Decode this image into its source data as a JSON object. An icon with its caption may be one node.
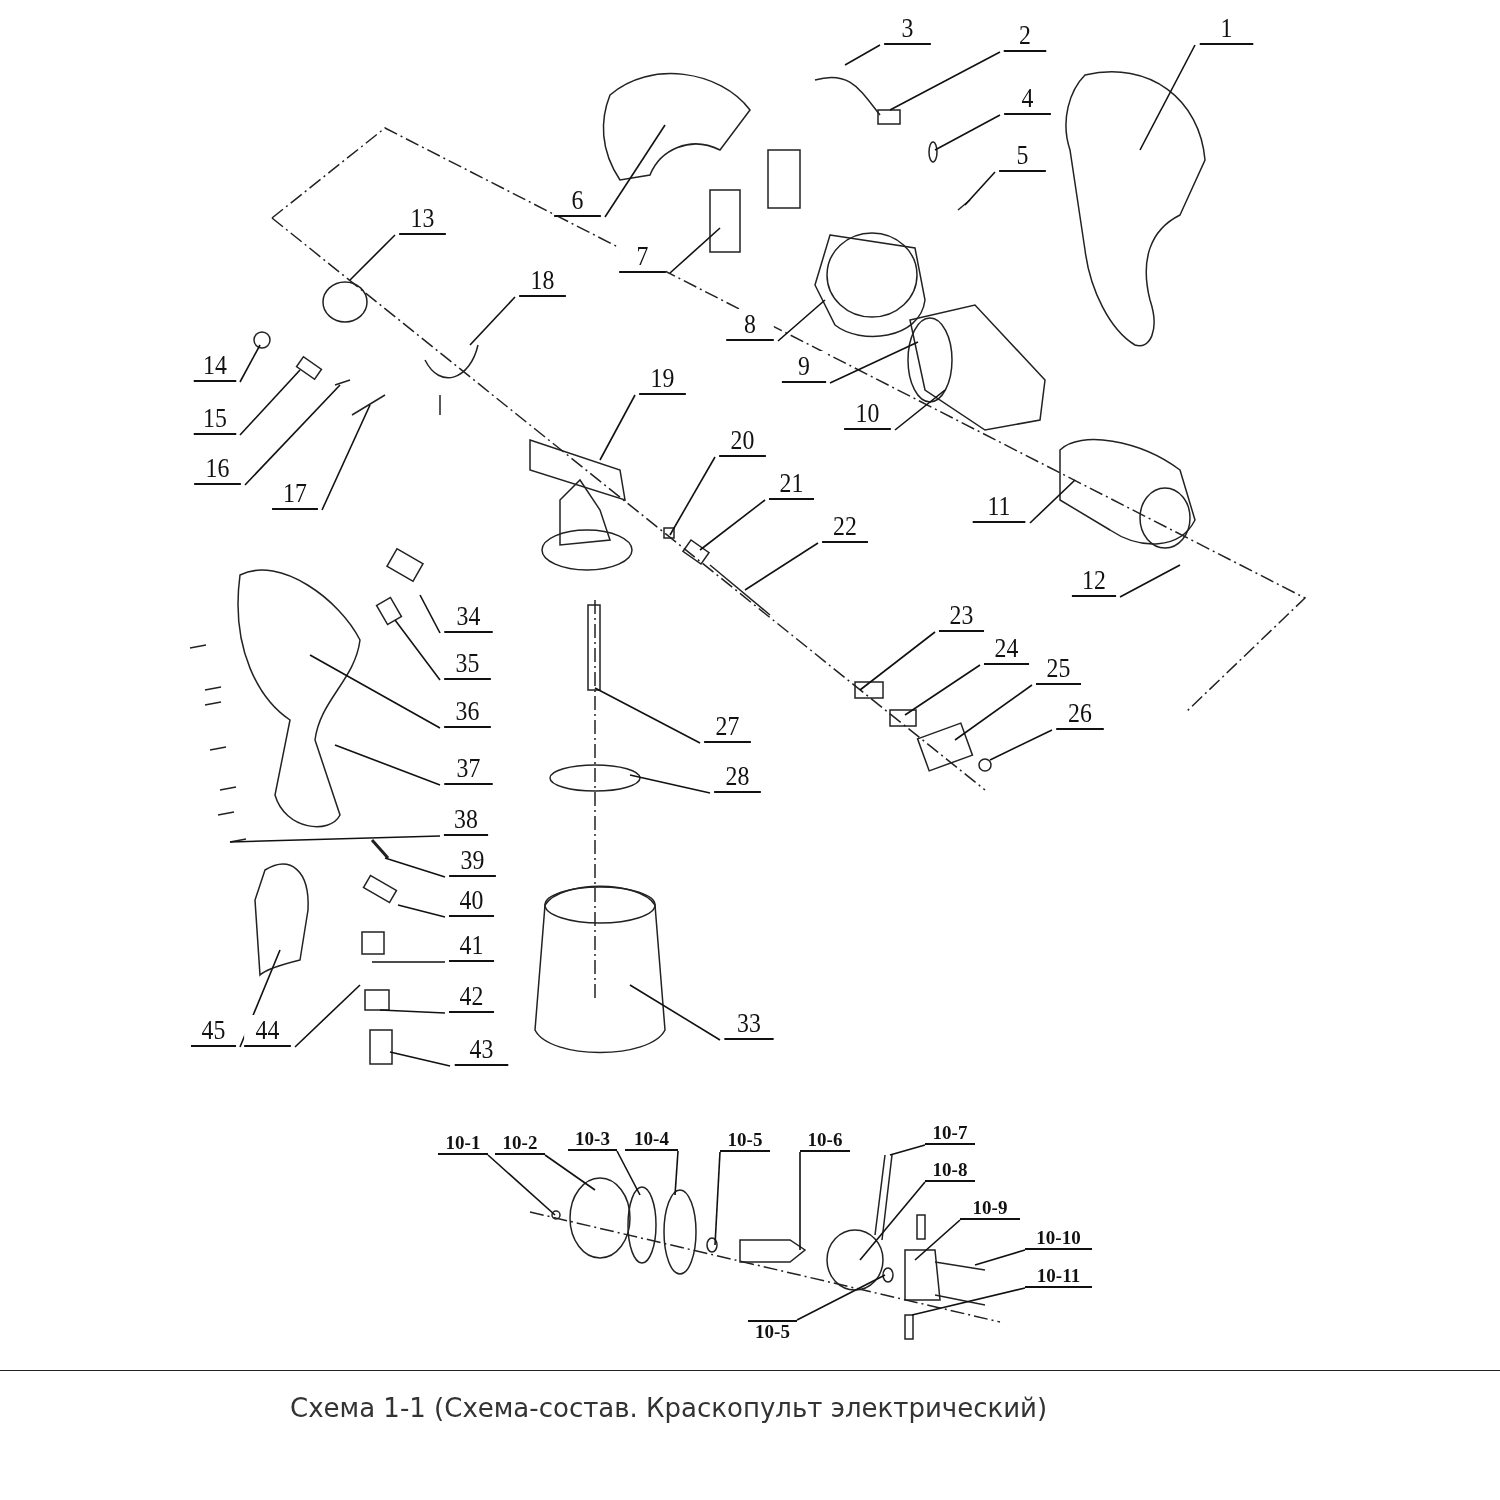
{
  "diagram": {
    "caption": "Схема 1-1 (Схема-состав. Краскопульт электрический)",
    "nodes": [
      {
        "text": [
          "3"
        ]
      },
      {
        "text": [
          "2"
        ]
      },
      {
        "text": [
          "1"
        ]
      },
      {
        "text": [
          "4"
        ]
      },
      {
        "text": [
          "5"
        ]
      },
      {
        "text": [
          "6"
        ]
      },
      {
        "text": [
          "13"
        ]
      },
      {
        "text": [
          "7"
        ]
      },
      {
        "text": [
          "18"
        ]
      },
      {
        "text": [
          "8"
        ]
      },
      {
        "text": [
          "14"
        ]
      },
      {
        "text": [
          "9"
        ]
      },
      {
        "text": [
          "19"
        ]
      },
      {
        "text": [
          "10"
        ]
      },
      {
        "text": [
          "15"
        ]
      },
      {
        "text": [
          "16"
        ]
      },
      {
        "text": [
          "20"
        ]
      },
      {
        "text": [
          "17"
        ]
      },
      {
        "text": [
          "21"
        ]
      },
      {
        "text": [
          "11"
        ]
      },
      {
        "text": [
          "22"
        ]
      },
      {
        "text": [
          "12"
        ]
      },
      {
        "text": [
          "34"
        ]
      },
      {
        "text": [
          "23"
        ]
      },
      {
        "text": [
          "24"
        ]
      },
      {
        "text": [
          "35"
        ]
      },
      {
        "text": [
          "25"
        ]
      },
      {
        "text": [
          "36"
        ]
      },
      {
        "text": [
          "26"
        ]
      },
      {
        "text": [
          "27"
        ]
      },
      {
        "text": [
          "37"
        ]
      },
      {
        "text": [
          "28"
        ]
      },
      {
        "text": [
          "38"
        ]
      },
      {
        "text": [
          "39"
        ]
      },
      {
        "text": [
          "40"
        ]
      },
      {
        "text": [
          "41"
        ]
      },
      {
        "text": [
          "42"
        ]
      },
      {
        "text": [
          "33"
        ]
      },
      {
        "text": [
          "45"
        ]
      },
      {
        "text": [
          "44"
        ]
      },
      {
        "text": [
          "43"
        ]
      },
      {
        "text": [
          "10-7"
        ]
      },
      {
        "text": [
          "10-1"
        ]
      },
      {
        "text": [
          "10-2"
        ]
      },
      {
        "text": [
          "10-3"
        ]
      },
      {
        "text": [
          "10-4"
        ]
      },
      {
        "text": [
          "10-5"
        ]
      },
      {
        "text": [
          "10-6"
        ]
      },
      {
        "text": [
          "10-8"
        ]
      },
      {
        "text": [
          "10-9"
        ]
      },
      {
        "text": [
          "10-10"
        ]
      },
      {
        "text": [
          "10-11"
        ]
      },
      {
        "text": [
          "10-5"
        ]
      }
    ],
    "edges": [
      {
        "from": 0,
        "to": null,
        "arrow": "none"
      },
      {
        "from": 1,
        "to": null,
        "arrow": "none"
      },
      {
        "from": 2,
        "to": null,
        "arrow": "none"
      },
      {
        "from": 3,
        "to": null,
        "arrow": "none"
      },
      {
        "from": 4,
        "to": null,
        "arrow": "none"
      },
      {
        "from": 5,
        "to": null,
        "arrow": "none"
      },
      {
        "from": 6,
        "to": null,
        "arrow": "none"
      },
      {
        "from": 7,
        "to": null,
        "arrow": "none"
      },
      {
        "from": 8,
        "to": null,
        "arrow": "none"
      },
      {
        "from": 9,
        "to": null,
        "arrow": "none"
      },
      {
        "from": 10,
        "to": null,
        "arrow": "none"
      },
      {
        "from": 11,
        "to": null,
        "arrow": "none"
      },
      {
        "from": 12,
        "to": null,
        "arrow": "none"
      },
      {
        "from": 13,
        "to": null,
        "arrow": "none"
      },
      {
        "from": 14,
        "to": null,
        "arrow": "none"
      },
      {
        "from": 15,
        "to": null,
        "arrow": "none"
      },
      {
        "from": 16,
        "to": null,
        "arrow": "none"
      },
      {
        "from": 17,
        "to": null,
        "arrow": "none"
      },
      {
        "from": 18,
        "to": null,
        "arrow": "none"
      },
      {
        "from": 19,
        "to": null,
        "arrow": "none"
      },
      {
        "from": 20,
        "to": null,
        "arrow": "none"
      },
      {
        "from": 21,
        "to": null,
        "arrow": "none"
      },
      {
        "from": 22,
        "to": null,
        "arrow": "none"
      },
      {
        "from": 23,
        "to": null,
        "arrow": "none"
      },
      {
        "from": 24,
        "to": null,
        "arrow": "none"
      },
      {
        "from": 25,
        "to": null,
        "arrow": "none"
      },
      {
        "from": 26,
        "to": null,
        "arrow": "none"
      },
      {
        "from": 27,
        "to": null,
        "arrow": "none"
      },
      {
        "from": 28,
        "to": null,
        "arrow": "none"
      },
      {
        "from": 29,
        "to": null,
        "arrow": "none"
      },
      {
        "from": 30,
        "to": null,
        "arrow": "none"
      },
      {
        "from": 31,
        "to": null,
        "arrow": "none"
      },
      {
        "from": 32,
        "to": null,
        "arrow": "none"
      },
      {
        "from": 33,
        "to": null,
        "arrow": "none"
      },
      {
        "from": 34,
        "to": null,
        "arrow": "none"
      },
      {
        "from": 35,
        "to": null,
        "arrow": "none"
      },
      {
        "from": 36,
        "to": null,
        "arrow": "none"
      },
      {
        "from": 37,
        "to": null,
        "arrow": "none"
      },
      {
        "from": 38,
        "to": null,
        "arrow": "none"
      },
      {
        "from": 39,
        "to": null,
        "arrow": "none"
      },
      {
        "from": 40,
        "to": null,
        "arrow": "none"
      },
      {
        "from": 41,
        "to": null,
        "arrow": "none"
      },
      {
        "from": 42,
        "to": null,
        "arrow": "none"
      },
      {
        "from": 43,
        "to": null,
        "arrow": "none"
      },
      {
        "from": 44,
        "to": null,
        "arrow": "none"
      },
      {
        "from": 45,
        "to": null,
        "arrow": "none"
      },
      {
        "from": 46,
        "to": null,
        "arrow": "none"
      },
      {
        "from": 47,
        "to": null,
        "arrow": "none"
      },
      {
        "from": 48,
        "to": null,
        "arrow": "none"
      },
      {
        "from": 49,
        "to": null,
        "arrow": "none"
      },
      {
        "from": 50,
        "to": null,
        "arrow": "none"
      },
      {
        "from": 51,
        "to": null,
        "arrow": "none"
      },
      {
        "from": 52,
        "to": null,
        "arrow": "none"
      }
    ]
  }
}
